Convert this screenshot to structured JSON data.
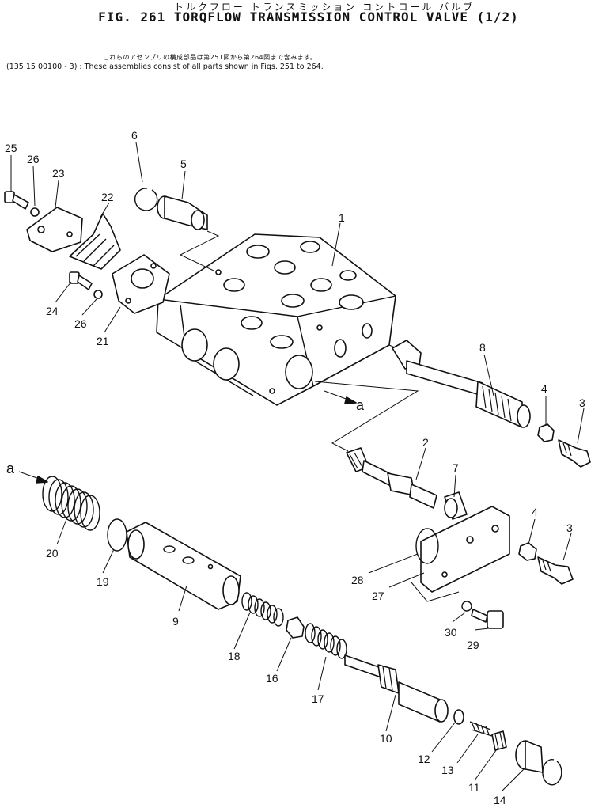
{
  "header": {
    "title_jp": "トルクフロー トランスミッション コントロール バルブ",
    "title": "FIG. 261  TORQFLOW TRANSMISSION CONTROL VALVE (1/2)",
    "note_jp": "これらのアセンブリの構成部品は第251図から第264図まで含みます。",
    "note_en": "(135 15 00100 - 3) : These assemblies consist of all parts shown in Figs. 251 to 264."
  },
  "diagram": {
    "reference_marks": [
      "a",
      "a"
    ],
    "callouts": [
      "1",
      "2",
      "3",
      "3",
      "4",
      "4",
      "5",
      "6",
      "7",
      "8",
      "9",
      "10",
      "11",
      "12",
      "13",
      "14",
      "16",
      "17",
      "18",
      "19",
      "20",
      "21",
      "22",
      "23",
      "24",
      "25",
      "26",
      "26",
      "27",
      "28",
      "29",
      "30"
    ]
  }
}
